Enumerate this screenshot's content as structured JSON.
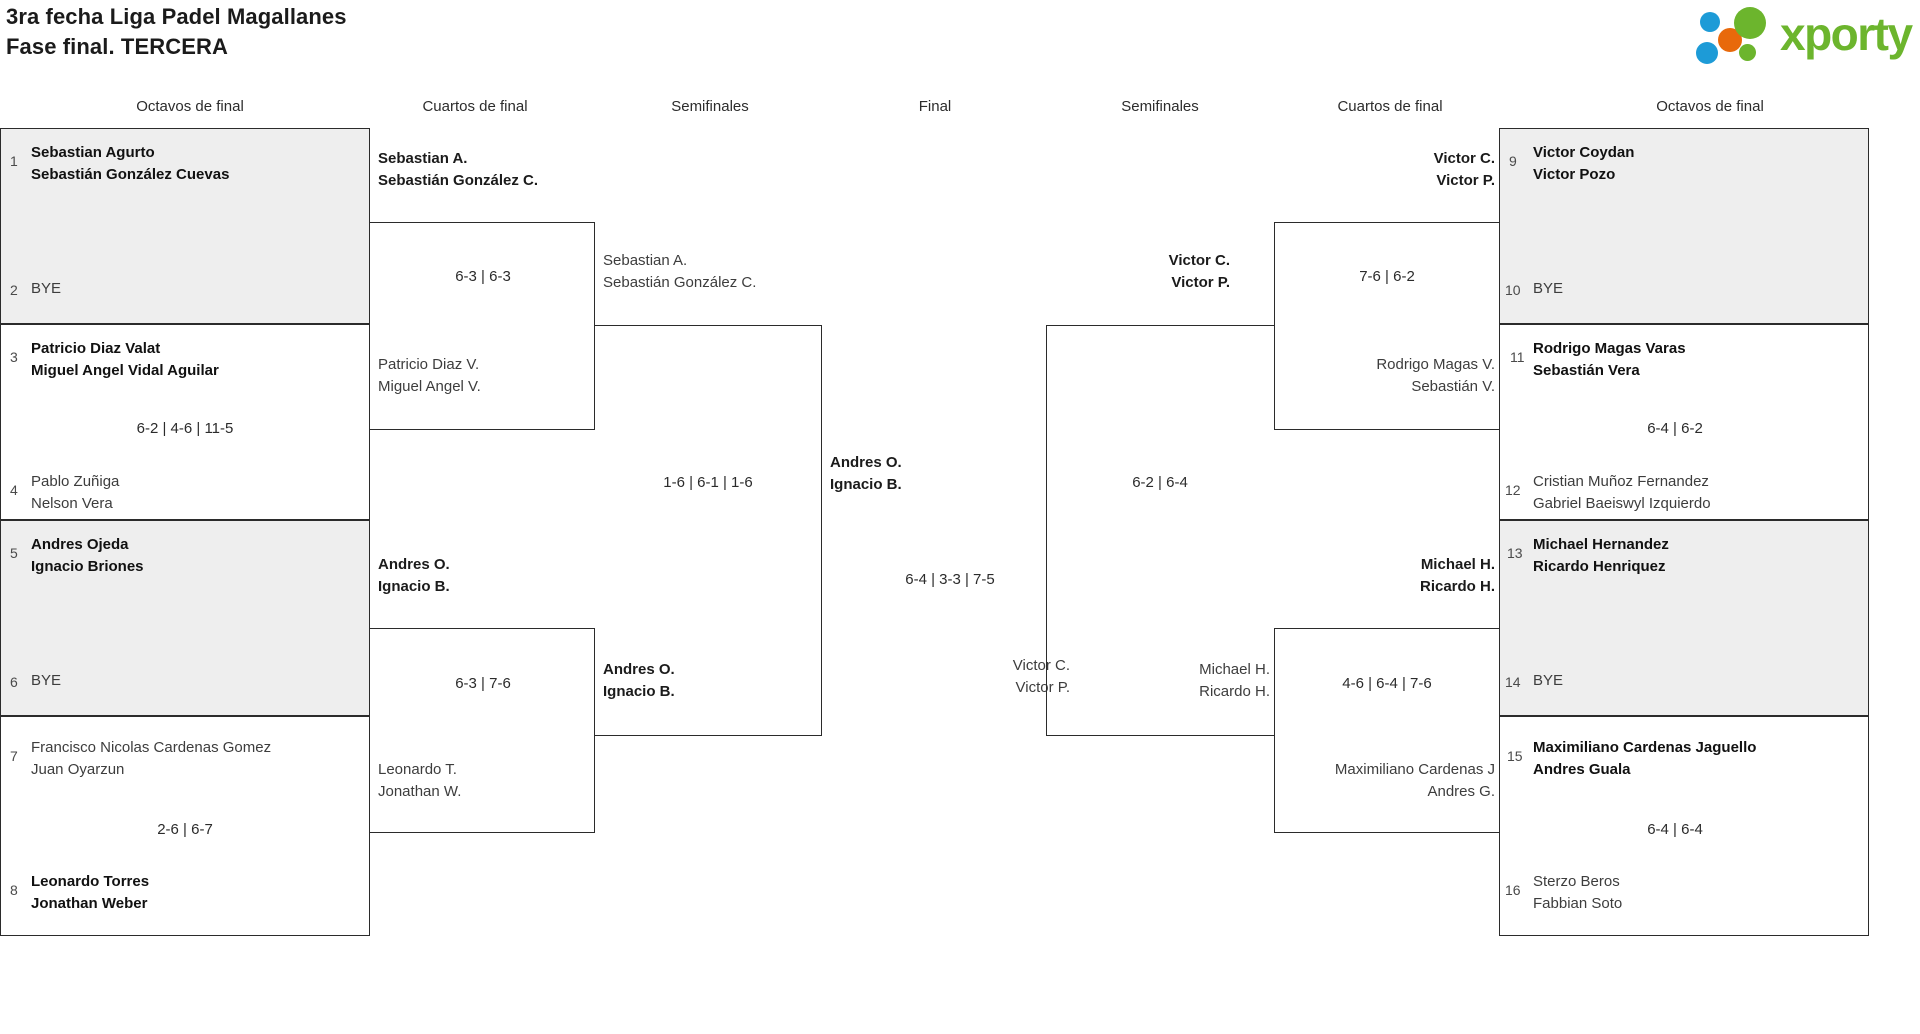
{
  "header": {
    "title_line1": "3ra fecha Liga Padel Magallanes",
    "title_line2": "Fase final. TERCERA",
    "logo_text": "xporty",
    "logo_colors": {
      "green": "#6cb52d",
      "blue": "#1d9bd7",
      "orange": "#e8690b"
    }
  },
  "round_headers": {
    "left_octavos": "Octavos de final",
    "left_cuartos": "Cuartos de final",
    "left_semis": "Semifinales",
    "final": "Final",
    "right_semis": "Semifinales",
    "right_cuartos": "Cuartos de final",
    "right_octavos": "Octavos de final"
  },
  "bracket": {
    "left_octavos": [
      {
        "seed": "1",
        "line1": "Sebastian Agurto",
        "line2": "Sebastián González Cuevas",
        "result": "win"
      },
      {
        "seed": "2",
        "line1": "BYE",
        "line2": "",
        "result": "lose"
      },
      {
        "seed": "3",
        "line1": "Patricio Diaz Valat",
        "line2": "Miguel Angel Vidal Aguilar",
        "result": "win"
      },
      {
        "seed": "4",
        "line1": "Pablo Zuñiga",
        "line2": "Nelson Vera",
        "result": "lose"
      },
      {
        "seed": "5",
        "line1": "Andres Ojeda",
        "line2": "Ignacio Briones",
        "result": "win"
      },
      {
        "seed": "6",
        "line1": "BYE",
        "line2": "",
        "result": "lose"
      },
      {
        "seed": "7",
        "line1": "Francisco Nicolas Cardenas Gomez",
        "line2": "Juan Oyarzun",
        "result": "lose"
      },
      {
        "seed": "8",
        "line1": "Leonardo Torres",
        "line2": "Jonathan Weber",
        "result": "win"
      }
    ],
    "right_octavos": [
      {
        "seed": "9",
        "line1": "Victor Coydan",
        "line2": "Victor Pozo",
        "result": "win"
      },
      {
        "seed": "10",
        "line1": "BYE",
        "line2": "",
        "result": "lose"
      },
      {
        "seed": "11",
        "line1": "Rodrigo Magas Varas",
        "line2": "Sebastián Vera",
        "result": "win"
      },
      {
        "seed": "12",
        "line1": "Cristian Muñoz Fernandez",
        "line2": "Gabriel Baeiswyl Izquierdo",
        "result": "lose"
      },
      {
        "seed": "13",
        "line1": "Michael Hernandez",
        "line2": "Ricardo Henriquez",
        "result": "win"
      },
      {
        "seed": "14",
        "line1": "BYE",
        "line2": "",
        "result": "lose"
      },
      {
        "seed": "15",
        "line1": "Maximiliano Cardenas Jaguello",
        "line2": "Andres Guala",
        "result": "win"
      },
      {
        "seed": "16",
        "line1": "Sterzo Beros",
        "line2": "Fabbian Soto",
        "result": "lose"
      }
    ],
    "left_octavos_scores": {
      "match_1_2": "",
      "match_3_4": "6-2 | 4-6 | 11-5",
      "match_5_6": "",
      "match_7_8": "2-6 | 6-7"
    },
    "right_octavos_scores": {
      "match_9_10": "",
      "match_11_12": "6-4 | 6-2",
      "match_13_14": "",
      "match_15_16": "6-4 | 6-4"
    },
    "left_cuartos": [
      {
        "top_line1": "Sebastian A.",
        "top_line2": "Sebastián González C.",
        "top_result": "win",
        "bot_line1": "Patricio Diaz V.",
        "bot_line2": "Miguel Angel V.",
        "bot_result": "lose",
        "score": "6-3 | 6-3"
      },
      {
        "top_line1": "Andres O.",
        "top_line2": "Ignacio B.",
        "top_result": "win",
        "bot_line1": "Leonardo T.",
        "bot_line2": "Jonathan W.",
        "bot_result": "lose",
        "score": "6-3 | 7-6"
      }
    ],
    "right_cuartos": [
      {
        "top_line1": "Victor C.",
        "top_line2": "Victor P.",
        "top_result": "win",
        "bot_line1": "Rodrigo Magas V.",
        "bot_line2": "Sebastián V.",
        "bot_result": "lose",
        "score": "7-6 | 6-2"
      },
      {
        "top_line1": "Michael H.",
        "top_line2": "Ricardo H.",
        "top_result": "win",
        "bot_line1": "Maximiliano Cardenas J",
        "bot_line2": "Andres G.",
        "bot_result": "lose",
        "score": "4-6 | 6-4 | 7-6"
      }
    ],
    "left_semis": {
      "top_line1": "Sebastian A.",
      "top_line2": "Sebastián González C.",
      "top_result": "lose",
      "bot_line1": "Andres O.",
      "bot_line2": "Ignacio B.",
      "bot_result": "win",
      "score": "1-6 | 6-1 | 1-6"
    },
    "right_semis": {
      "top_line1": "Victor C.",
      "top_line2": "Victor P.",
      "top_result": "win",
      "bot_line1": "Michael H.",
      "bot_line2": "Ricardo H.",
      "bot_result": "lose",
      "score": "6-2 | 6-4"
    },
    "final": {
      "left_line1": "Andres O.",
      "left_line2": "Ignacio B.",
      "left_result": "win",
      "right_line1": "Victor C.",
      "right_line2": "Victor P.",
      "right_result": "lose",
      "score": "6-4 | 3-3 | 7-5"
    }
  }
}
